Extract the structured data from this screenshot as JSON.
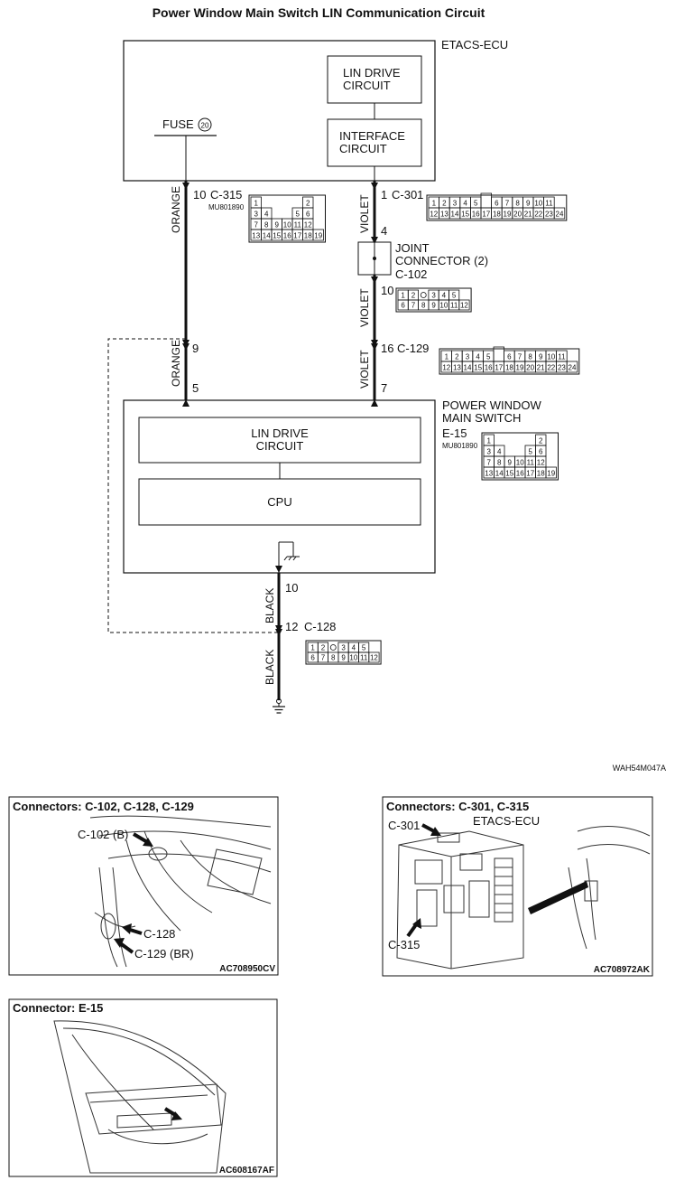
{
  "title": "Power Window Main Switch LIN Communication Circuit",
  "etacs": {
    "label": "ETACS-ECU",
    "fuse_label": "FUSE",
    "fuse_num": "20",
    "lin_drive": [
      "LIN DRIVE",
      "CIRCUIT"
    ],
    "interface": [
      "INTERFACE",
      "CIRCUIT"
    ]
  },
  "left_wire": {
    "pin_top": "10",
    "conn_top": "C-315",
    "part_top": "MU801890",
    "color_top": "ORANGE",
    "pin_mid": "9",
    "color_bot": "ORANGE",
    "pin_bot": "5"
  },
  "right_wire": {
    "pin_top": "1",
    "conn_top": "C-301",
    "color_top": "VIOLET",
    "pin_joint_in": "4",
    "joint_label": [
      "JOINT",
      "CONNECTOR (2)"
    ],
    "joint_conn": "C-102",
    "pin_joint_out": "10",
    "color_mid": "VIOLET",
    "pin_c129": "16",
    "conn_c129": "C-129",
    "color_bot": "VIOLET",
    "pin_bot": "7"
  },
  "pw_switch": {
    "label": [
      "POWER WINDOW",
      "MAIN SWITCH"
    ],
    "conn": "E-15",
    "part": "MU801890",
    "lin_drive": [
      "LIN DRIVE",
      "CIRCUIT"
    ],
    "cpu": "CPU"
  },
  "ground_wire": {
    "pin_top": "10",
    "color_top": "BLACK",
    "pin_mid": "12",
    "conn_mid": "C-128",
    "color_bot": "BLACK"
  },
  "connector_pins": {
    "c315_e15": [
      [
        "1",
        "",
        "",
        "",
        "",
        "2"
      ],
      [
        "3",
        "4",
        "",
        "",
        "5",
        "6"
      ],
      [
        "7",
        "8",
        "9",
        "10",
        "11",
        "12"
      ],
      [
        "13",
        "14",
        "15",
        "16",
        "17",
        "18",
        "19"
      ]
    ],
    "c301": [
      [
        "1",
        "2",
        "3",
        "4",
        "5",
        "",
        "6",
        "7",
        "8",
        "9",
        "10",
        "11"
      ],
      [
        "12",
        "13",
        "14",
        "15",
        "16",
        "17",
        "18",
        "19",
        "20",
        "21",
        "22",
        "23",
        "24"
      ]
    ],
    "c102": [
      [
        "1",
        "2",
        "",
        "3",
        "4",
        "5"
      ],
      [
        "6",
        "7",
        "8",
        "9",
        "10",
        "11",
        "12"
      ]
    ],
    "c129": [
      [
        "1",
        "2",
        "3",
        "4",
        "5",
        "",
        "6",
        "7",
        "8",
        "9",
        "10",
        "11"
      ],
      [
        "12",
        "13",
        "14",
        "15",
        "16",
        "17",
        "18",
        "19",
        "20",
        "21",
        "22",
        "23",
        "24"
      ]
    ],
    "c128": [
      [
        "1",
        "2",
        "",
        "3",
        "4",
        "5"
      ],
      [
        "6",
        "7",
        "8",
        "9",
        "10",
        "11",
        "12"
      ]
    ]
  },
  "diagram_code": "WAH54M047A",
  "panels": {
    "p1": {
      "title": "Connectors: C-102, C-128, C-129",
      "callouts": [
        "C-102 (B)",
        "C-128",
        "C-129 (BR)"
      ],
      "code": "AC708950CV"
    },
    "p2": {
      "title": "Connectors: C-301, C-315",
      "callouts": [
        "C-301",
        "ETACS-ECU",
        "C-315"
      ],
      "code": "AC708972AK"
    },
    "p3": {
      "title": "Connector: E-15",
      "code": "AC608167AF"
    }
  }
}
